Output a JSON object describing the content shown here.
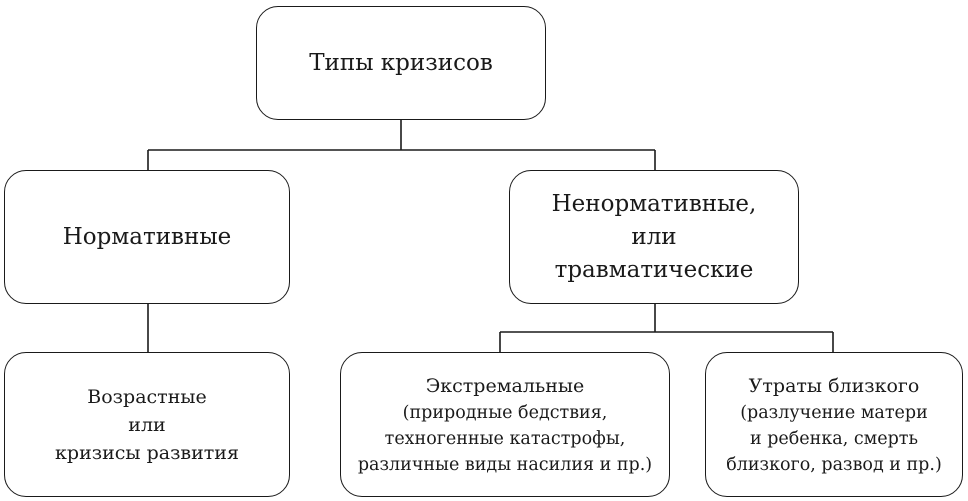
{
  "diagram": {
    "root": {
      "lines": [
        "Типы кризисов"
      ]
    },
    "normative": {
      "lines": [
        "Нормативные"
      ]
    },
    "traumatic": {
      "lines": [
        "Ненормативные,",
        "или",
        "травматические"
      ]
    },
    "age": {
      "lines": [
        "Возрастные",
        "или",
        "кризисы развития"
      ]
    },
    "extreme": {
      "lines": [
        "Экстремальные",
        "(природные бедствия,",
        "техногенные катастрофы,",
        "различные виды насилия и пр.)"
      ]
    },
    "loss": {
      "lines": [
        "Утраты близкого",
        "(разлучение матери",
        "и ребенка, смерть",
        "близкого, развод и пр.)"
      ]
    }
  }
}
